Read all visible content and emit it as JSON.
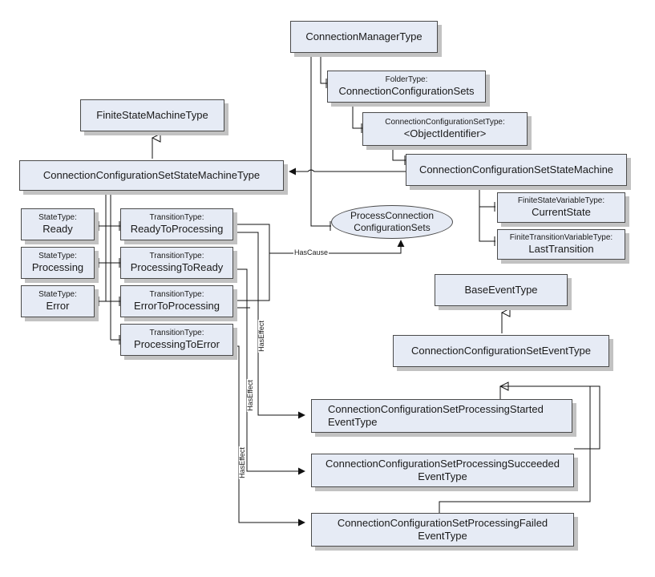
{
  "nodes": {
    "connection_manager_type": {
      "name": "ConnectionManagerType"
    },
    "connection_configuration_sets": {
      "type": "FolderType:",
      "name": "ConnectionConfigurationSets"
    },
    "object_identifier": {
      "type": "ConnectionConfigurationSetType:",
      "name": "<ObjectIdentifier>"
    },
    "state_machine_instance": {
      "name": "ConnectionConfigurationSetStateMachine"
    },
    "current_state": {
      "type": "FiniteStateVariableType:",
      "name": "CurrentState"
    },
    "last_transition": {
      "type": "FiniteTransitionVariableType:",
      "name": "LastTransition"
    },
    "finite_state_machine_type": {
      "name": "FiniteStateMachineType"
    },
    "state_machine_type": {
      "name": "ConnectionConfigurationSetStateMachineType"
    },
    "process_method": {
      "line1": "ProcessConnection",
      "line2": "ConfigurationSets"
    },
    "state_ready": {
      "type": "StateType:",
      "name": "Ready"
    },
    "state_processing": {
      "type": "StateType:",
      "name": "Processing"
    },
    "state_error": {
      "type": "StateType:",
      "name": "Error"
    },
    "tr_ready_to_processing": {
      "type": "TransitionType:",
      "name": "ReadyToProcessing"
    },
    "tr_processing_to_ready": {
      "type": "TransitionType:",
      "name": "ProcessingToReady"
    },
    "tr_error_to_processing": {
      "type": "TransitionType:",
      "name": "ErrorToProcessing"
    },
    "tr_processing_to_error": {
      "type": "TransitionType:",
      "name": "ProcessingToError"
    },
    "base_event_type": {
      "name": "BaseEventType"
    },
    "event_type": {
      "name": "ConnectionConfigurationSetEventType"
    },
    "started_event": {
      "line1": "ConnectionConfigurationSetProcessingStarted",
      "line2": "EventType"
    },
    "succeeded_event": {
      "line1": "ConnectionConfigurationSetProcessingSucceeded",
      "line2": "EventType"
    },
    "failed_event": {
      "line1": "ConnectionConfigurationSetProcessingFailed",
      "line2": "EventType"
    }
  },
  "edge_labels": {
    "has_cause": "HasCause",
    "has_effect_1": "HasEffect",
    "has_effect_2": "HasEffect",
    "has_effect_3": "HasEffect"
  },
  "colors": {
    "box_fill": "#e6ebf5",
    "border": "#4a4a4a",
    "shadow": "#c2c2c2",
    "line": "#111111"
  }
}
